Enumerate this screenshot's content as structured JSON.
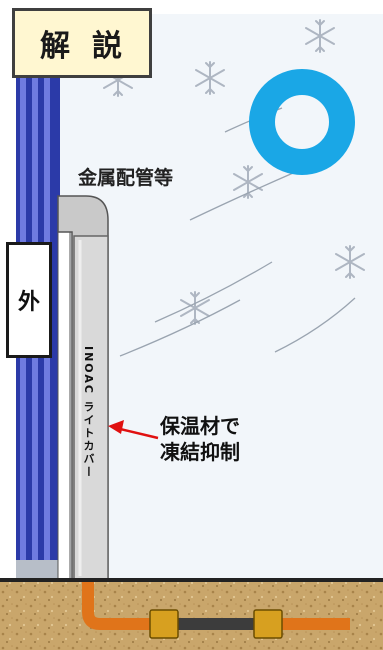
{
  "badge": {
    "text": "解説"
  },
  "labels": {
    "outside": "外",
    "pipe": "金属配管等",
    "cover_product": "INOAC ライトカバー",
    "callout_line1": "保温材で",
    "callout_line2": "凍結抑制"
  },
  "colors": {
    "room_bg": "#f2f6fa",
    "wall_blue": "#2b3aa8",
    "cold_ring": "#1aa7e6",
    "soil": "#c9a66b",
    "pipe_orange": "#e0741a",
    "arrow_red": "#e01010",
    "cover_gray": "#d9d9d9"
  }
}
